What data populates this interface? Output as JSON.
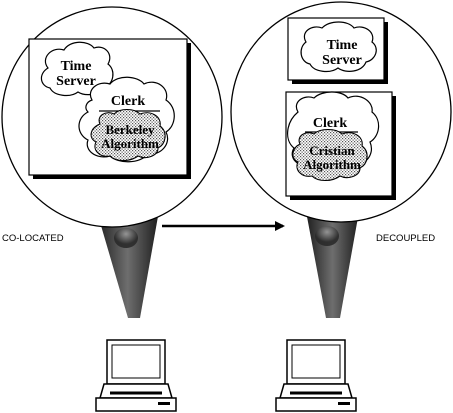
{
  "left": {
    "caption": "CO-LOCATED",
    "time_server": [
      "Time",
      "Server"
    ],
    "clerk": "Clerk",
    "algorithm": [
      "Berkeley",
      "Algorithm"
    ]
  },
  "right": {
    "caption": "DECOUPLED",
    "time_server": [
      "Time",
      "Server"
    ],
    "clerk": "Clerk",
    "algorithm": [
      "Cristian",
      "Algorithm"
    ]
  }
}
